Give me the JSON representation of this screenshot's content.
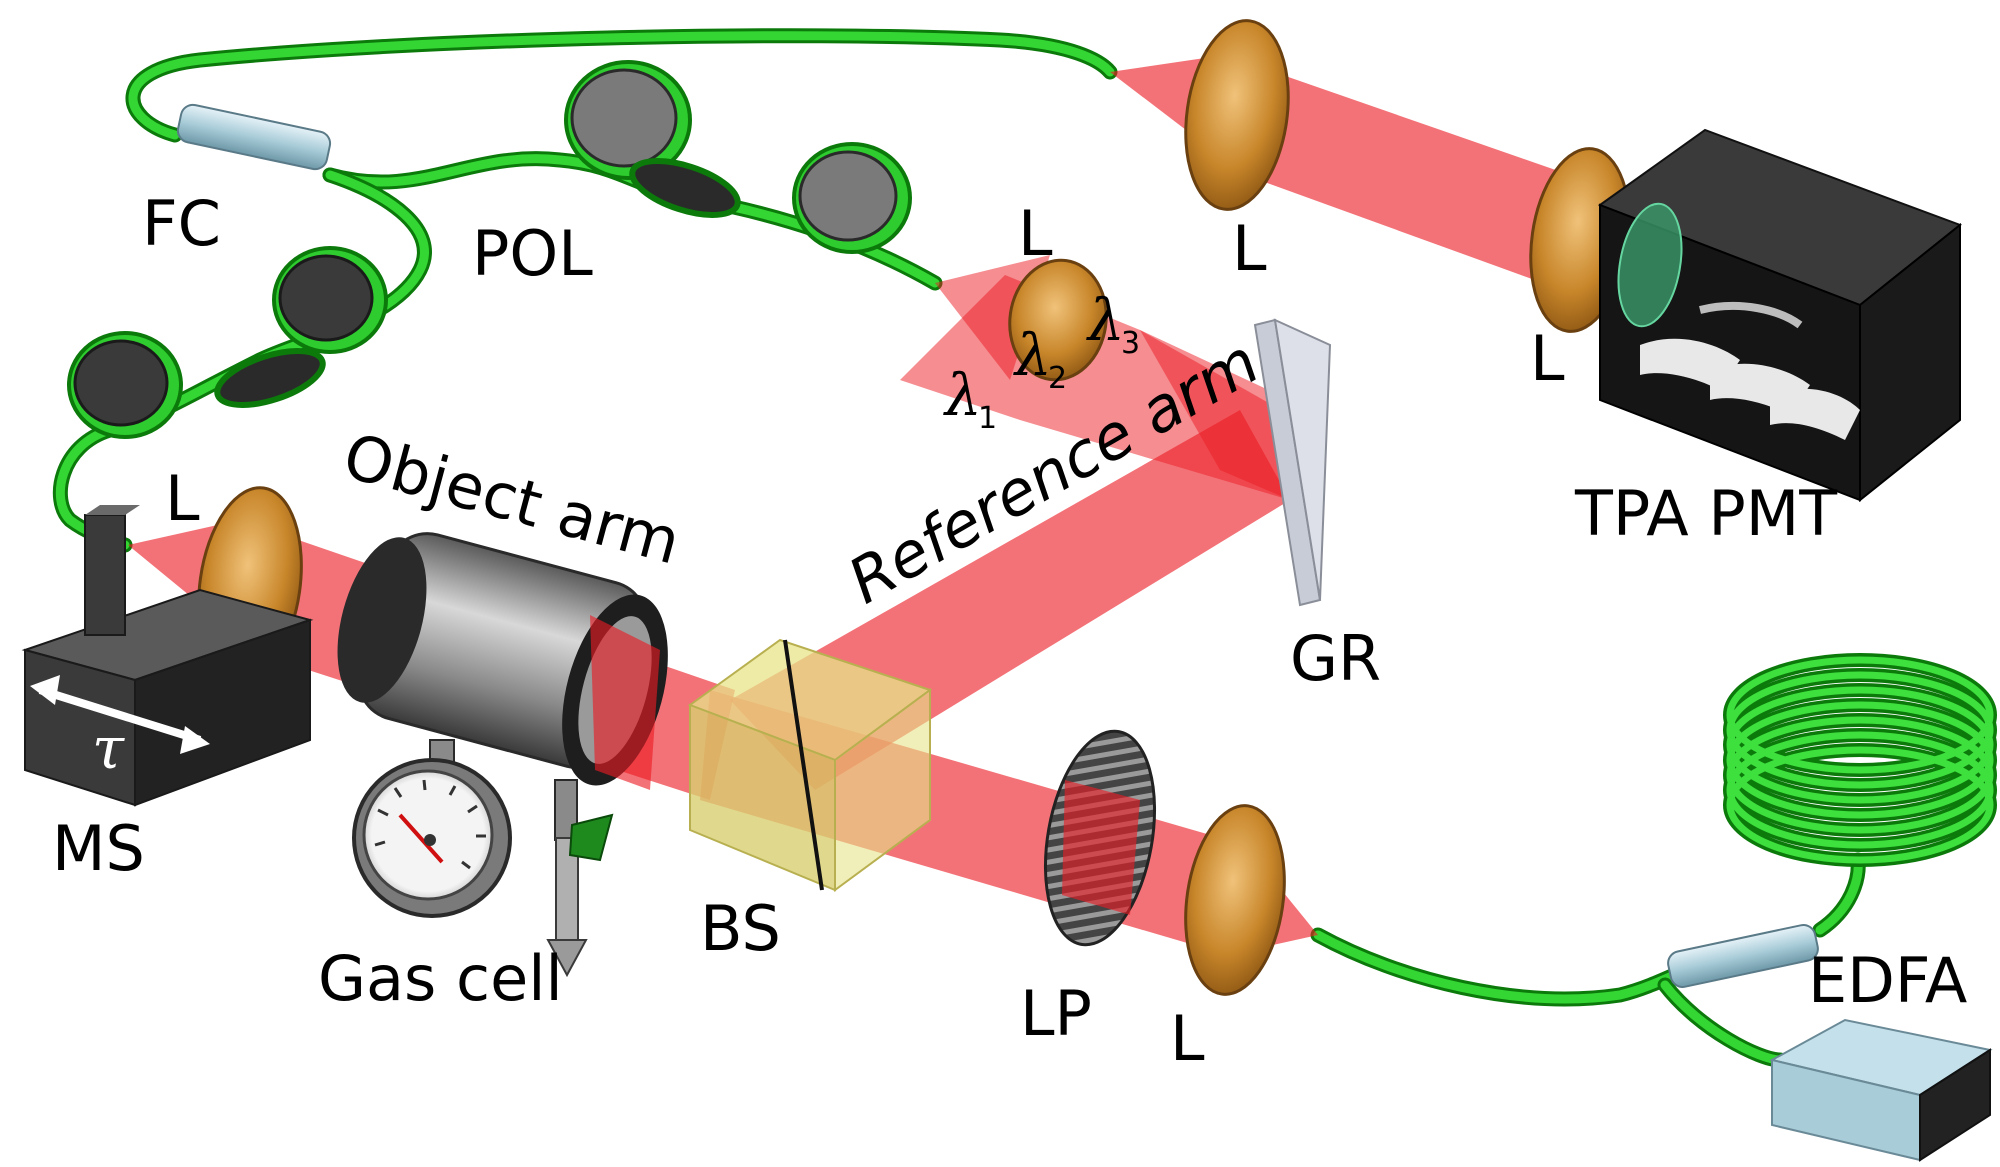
{
  "labels": {
    "fc": "FC",
    "pol": "POL",
    "l": "L",
    "object_arm": "Object arm",
    "reference_arm": "Reference arm",
    "tpa_pmt": "TPA PMT",
    "gr": "GR",
    "ms": "MS",
    "tau": "τ",
    "gas_cell": "Gas cell",
    "bs": "BS",
    "lp": "LP",
    "edfa": "EDFA",
    "lambda": "λ",
    "sub1": "1",
    "sub2": "2",
    "sub3": "3"
  },
  "colors": {
    "beam": "#ec1c24",
    "fiber": "#2ecc2e",
    "lens": "#c8862a",
    "bs_cube": "#e8e48a",
    "grating": "#c8ccd6",
    "pmt_box": "#1a1a1a",
    "stage": "#3a3a3a",
    "edfa_box": "#a8ccd8"
  },
  "icons": [
    "lens-icon",
    "fiber-coupler-icon",
    "polarization-paddle-icon",
    "gas-cell-icon",
    "pressure-gauge-icon",
    "valve-icon",
    "beam-splitter-icon",
    "grating-icon",
    "polarizer-icon",
    "fiber-coil-icon",
    "amplifier-box-icon",
    "photomultiplier-box-icon",
    "motorized-stage-icon"
  ]
}
